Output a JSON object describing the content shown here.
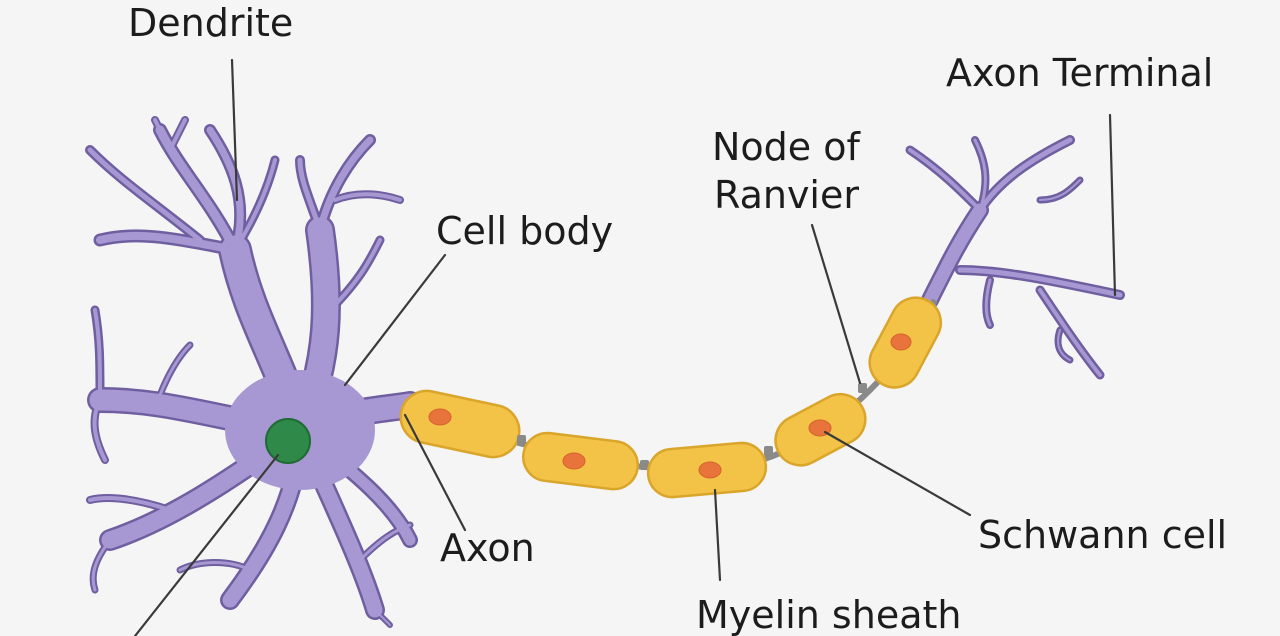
{
  "diagram": {
    "labels": {
      "dendrite": "Dendrite",
      "axon_terminal": "Axon Terminal",
      "node_of_ranvier_line1": "Node of",
      "node_of_ranvier_line2": "Ranvier",
      "cell_body": "Cell body",
      "axon": "Axon",
      "schwann_cell": "Schwann cell",
      "myelin_sheath": "Myelin sheath"
    },
    "colors": {
      "neuron_body": "#a797d2",
      "neuron_outline": "#6f5fa0",
      "nucleus": "#2f8a4a",
      "schwann_cell": "#f3c348",
      "schwann_nucleus": "#e8743c",
      "background": "#f5f5f5",
      "text": "#1c1c1c"
    }
  }
}
